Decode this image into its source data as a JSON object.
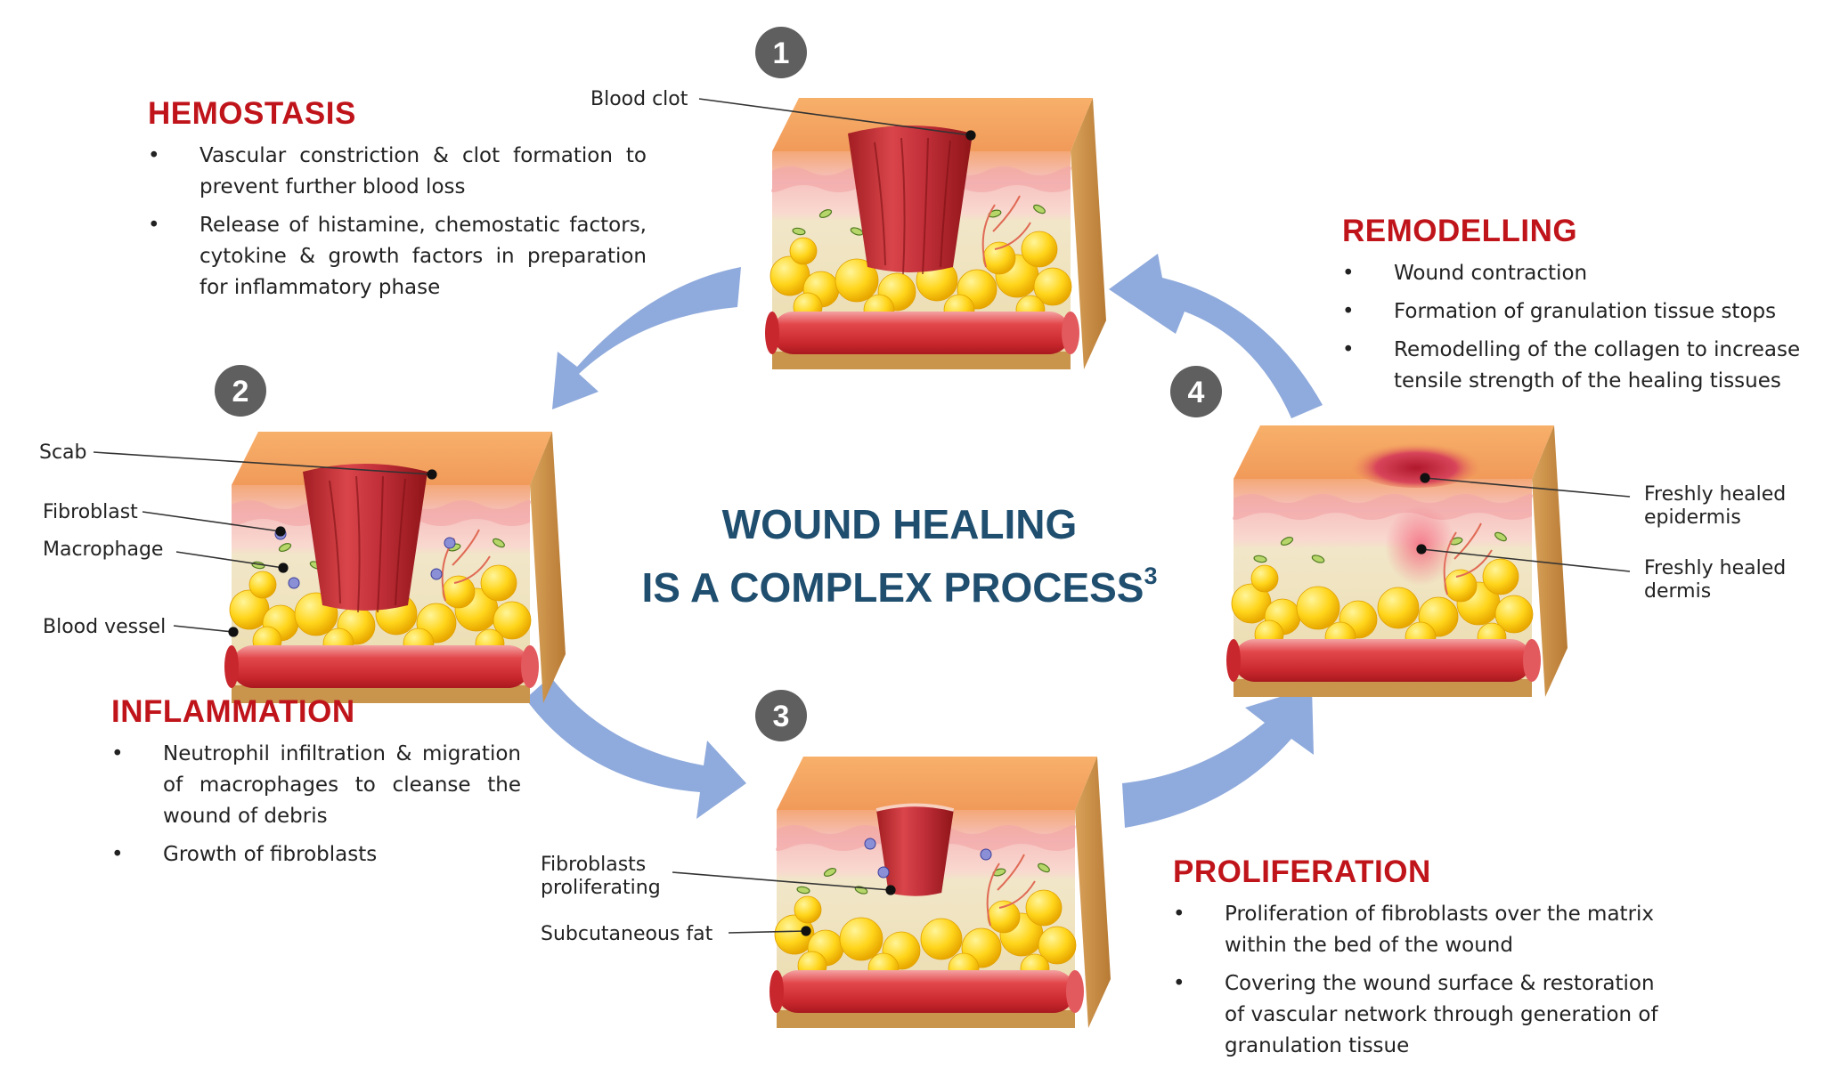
{
  "center_title": {
    "line1": "WOUND HEALING",
    "line2": "IS A COMPLEX PROCESS",
    "superscript": "3"
  },
  "stages": [
    {
      "number": "1",
      "title": "HEMOSTASIS",
      "bullets": [
        "Vascular constriction & clot formation to prevent further blood loss",
        "Release of histamine, chemostatic factors, cytokine & growth factors in preparation for inflammatory phase"
      ]
    },
    {
      "number": "2",
      "title": "INFLAMMATION",
      "bullets": [
        "Neutrophil infiltration & migration of macrophages to cleanse the wound of debris",
        "Growth of fibroblasts"
      ]
    },
    {
      "number": "3",
      "title": "PROLIFERATION",
      "bullets": [
        "Proliferation of fibroblasts over the matrix within the bed of the wound",
        "Covering the wound surface & restoration of vascular network through generation of granulation tissue"
      ]
    },
    {
      "number": "4",
      "title": "REMODELLING",
      "bullets": [
        "Wound contraction",
        "Formation of granulation tissue stops",
        "Remodelling of the collagen to increase tensile strength of the healing tissues"
      ]
    }
  ],
  "labels": {
    "blood_clot": "Blood clot",
    "scab": "Scab",
    "fibroblast": "Fibroblast",
    "macrophage": "Macrophage",
    "blood_vessel": "Blood vessel",
    "fibroblasts_proliferating_1": "Fibroblasts",
    "fibroblasts_proliferating_2": "proliferating",
    "subcutaneous_fat": "Subcutaneous fat",
    "epidermis_1": "Freshly healed",
    "epidermis_2": "epidermis",
    "dermis_1": "Freshly healed",
    "dermis_2": "dermis"
  },
  "colors": {
    "title_red": "#c0141b",
    "center_blue": "#1f4e6f",
    "arrow_blue": "#8faadc",
    "badge_gray": "#5f5f5f"
  }
}
